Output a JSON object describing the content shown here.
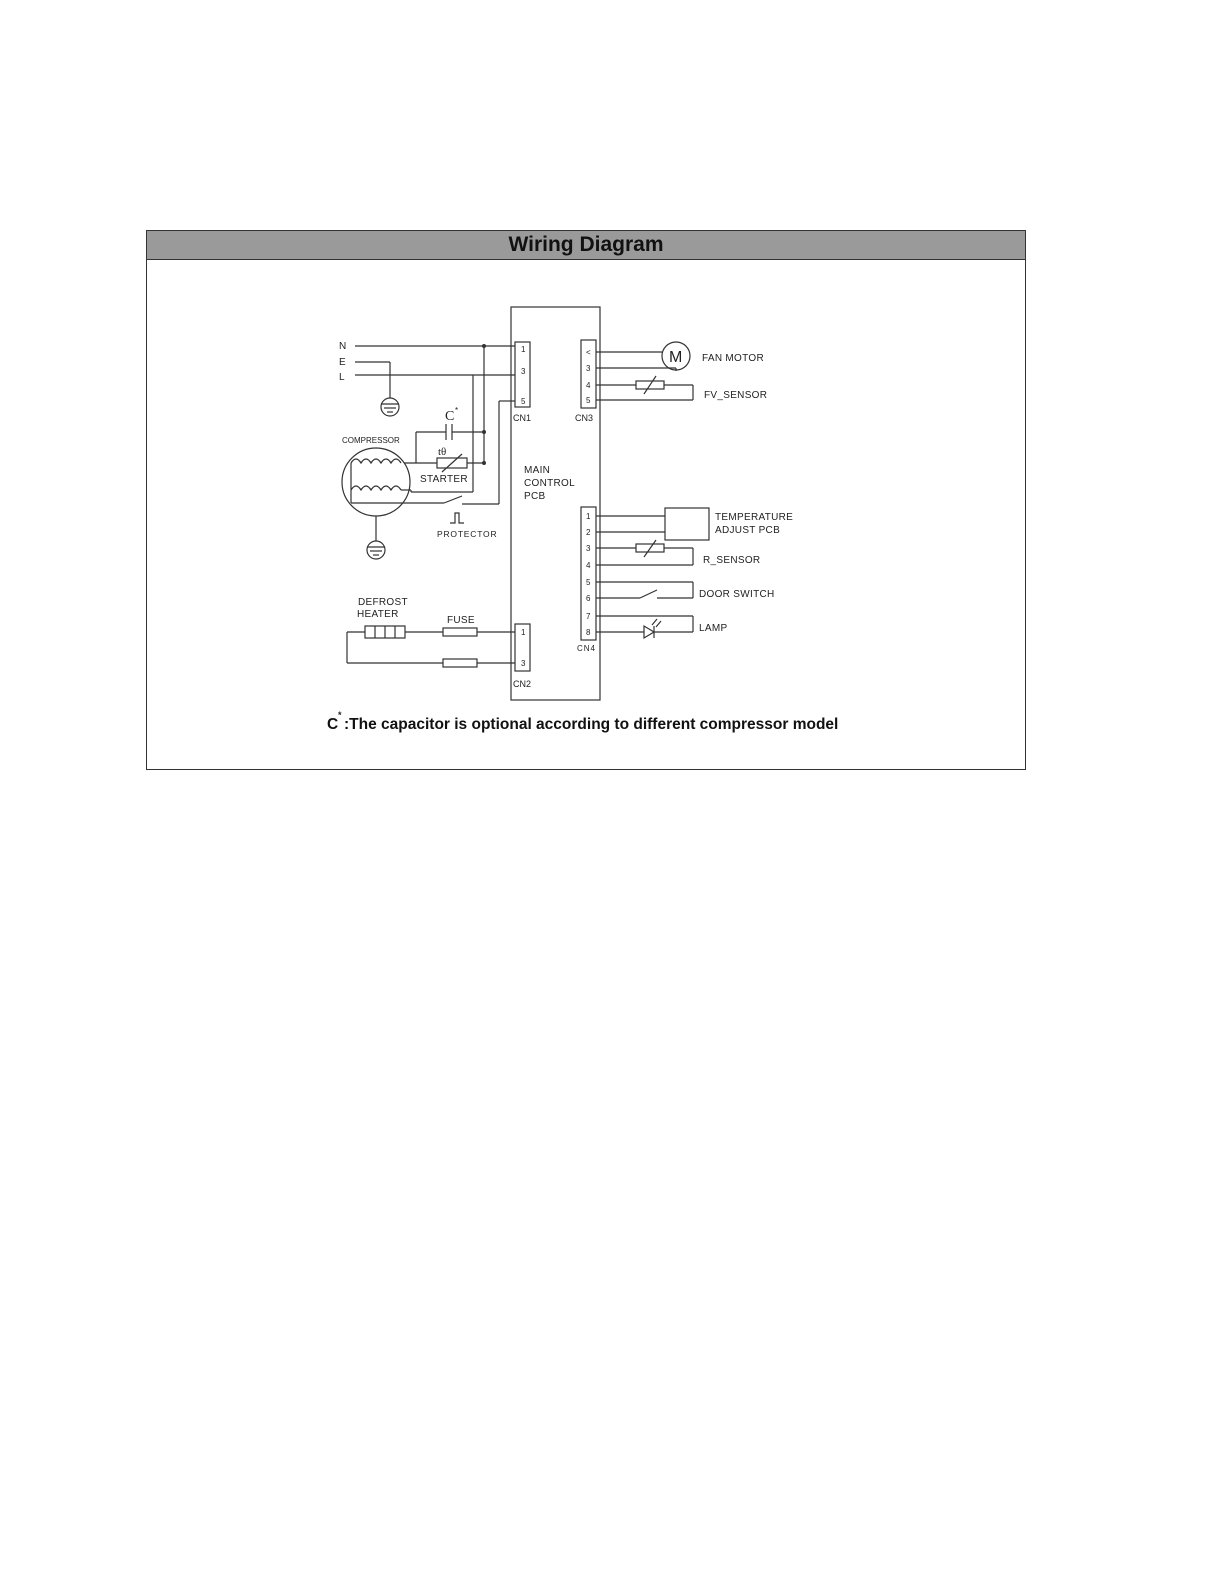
{
  "title": "Wiring Diagram",
  "supply": {
    "n": "N",
    "e": "E",
    "l": "L"
  },
  "compressor": {
    "label": "COMPRESSOR",
    "starter": "STARTER",
    "protector": "PROTECTOR",
    "capacitor": "C",
    "capacitor_mark": "*",
    "ptc_mark": "tθ"
  },
  "pcb": {
    "line1": "MAIN",
    "line2": "CONTROL",
    "line3": "PCB"
  },
  "connectors": {
    "cn1": {
      "name": "CN1",
      "pins": [
        "1",
        "3",
        "5"
      ]
    },
    "cn2": {
      "name": "CN2",
      "pins": [
        "1",
        "3"
      ]
    },
    "cn3": {
      "name": "CN3",
      "pins": [
        "<",
        "3",
        "4",
        "5"
      ]
    },
    "cn4": {
      "name": "CN4",
      "pins": [
        "1",
        "2",
        "3",
        "4",
        "5",
        "6",
        "7",
        "8"
      ]
    }
  },
  "components": {
    "fan_motor_symbol": "M",
    "fan_motor": "FAN MOTOR",
    "fv_sensor": "FV_SENSOR",
    "temp_adjust_line1": "TEMPERATURE",
    "temp_adjust_line2": "ADJUST PCB",
    "r_sensor": "R_SENSOR",
    "door_switch": "DOOR SWITCH",
    "lamp": "LAMP",
    "defrost_line1": "DEFROST",
    "defrost_line2": "HEATER",
    "fuse": "FUSE"
  },
  "note": {
    "mark": "C",
    "star": "*",
    "text": ":The capacitor is optional according to different compressor model"
  }
}
